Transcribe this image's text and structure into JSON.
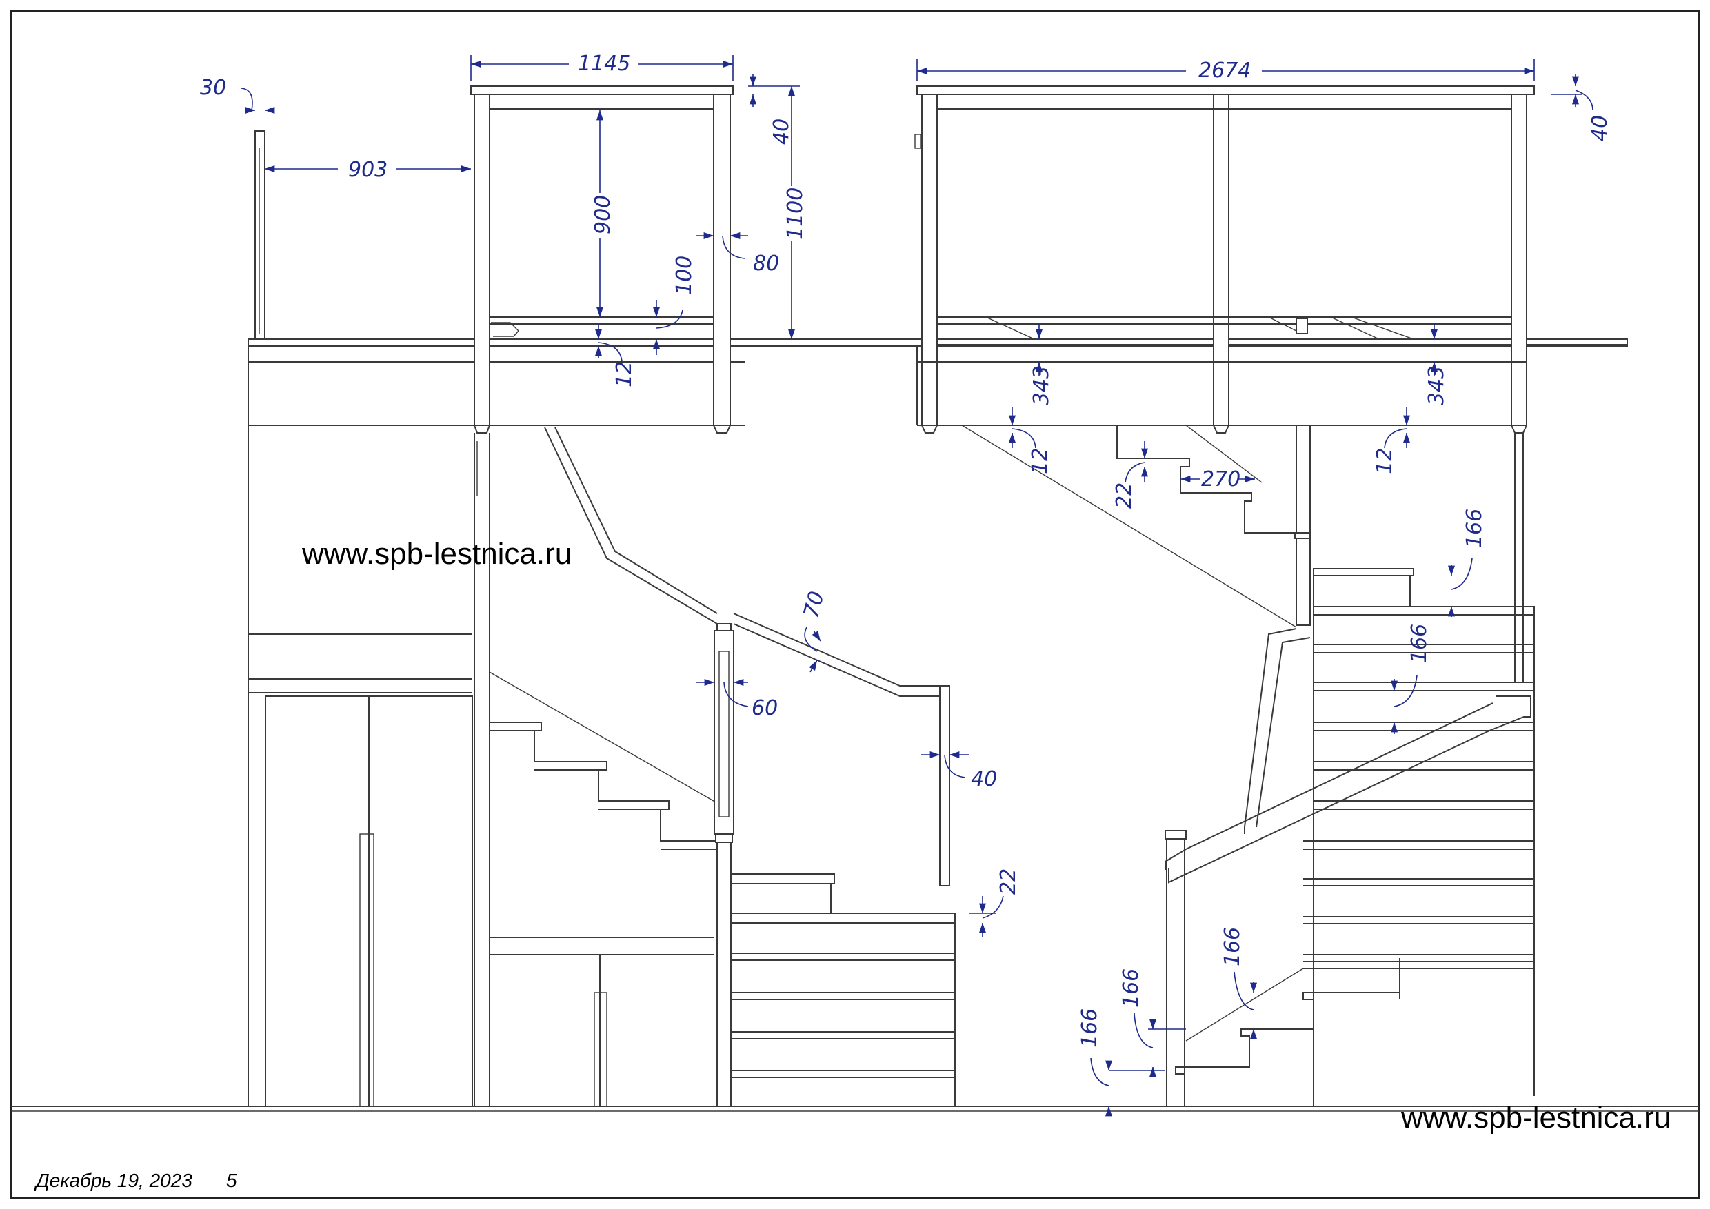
{
  "watermarks": [
    "www.spb-lestnica.ru",
    "www.spb-lestnica.ru"
  ],
  "footer": {
    "date": "Декабрь 19, 2023",
    "page": "5"
  },
  "dimensions": {
    "d30": "30",
    "d903": "903",
    "d1145": "1145",
    "d40a": "40",
    "d1100": "1100",
    "d900": "900",
    "d80": "80",
    "d100": "100",
    "d12a": "12",
    "d2674": "2674",
    "d40b": "40",
    "d343a": "343",
    "d12b": "12",
    "d22a": "22",
    "d270": "270",
    "d343b": "343",
    "d12c": "12",
    "d166a": "166",
    "d70": "70",
    "d60": "60",
    "d166b": "166",
    "d40c": "40",
    "d22b": "22",
    "d166c": "166",
    "d166d": "166",
    "d166e": "166"
  },
  "colors": {
    "line": "#3a3a3a",
    "dimension": "#1e2a8c",
    "background": "#ffffff"
  }
}
